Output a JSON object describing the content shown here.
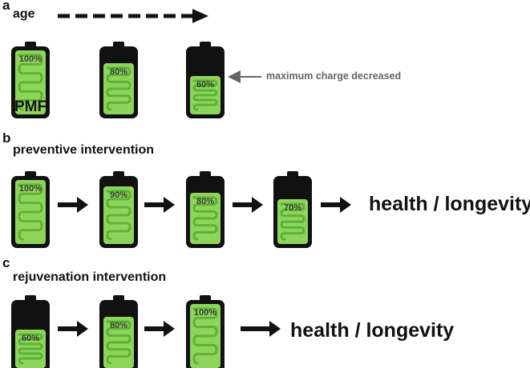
{
  "panels": {
    "a": {
      "letter": "a",
      "title": "age"
    },
    "b": {
      "letter": "b",
      "title": "preventive intervention"
    },
    "c": {
      "letter": "c",
      "title": "rejuvenation intervention"
    }
  },
  "annotation": "maximum charge decreased",
  "pmf_label": "PMF",
  "outcome": "health / longevity",
  "batteries": {
    "a": [
      "100%",
      "80%",
      "60%"
    ],
    "b": [
      "100%",
      "90%",
      "80%",
      "70%"
    ],
    "c": [
      "60%",
      "80%",
      "100%"
    ]
  },
  "levels": {
    "a": [
      1.0,
      0.8,
      0.6
    ],
    "b": [
      1.0,
      0.9,
      0.8,
      0.7
    ],
    "c": [
      0.6,
      0.8,
      1.0
    ]
  },
  "colors": {
    "fill": "#8ed45a",
    "coil": "#5cb335",
    "case": "#111111",
    "label_gray": "#666666"
  }
}
